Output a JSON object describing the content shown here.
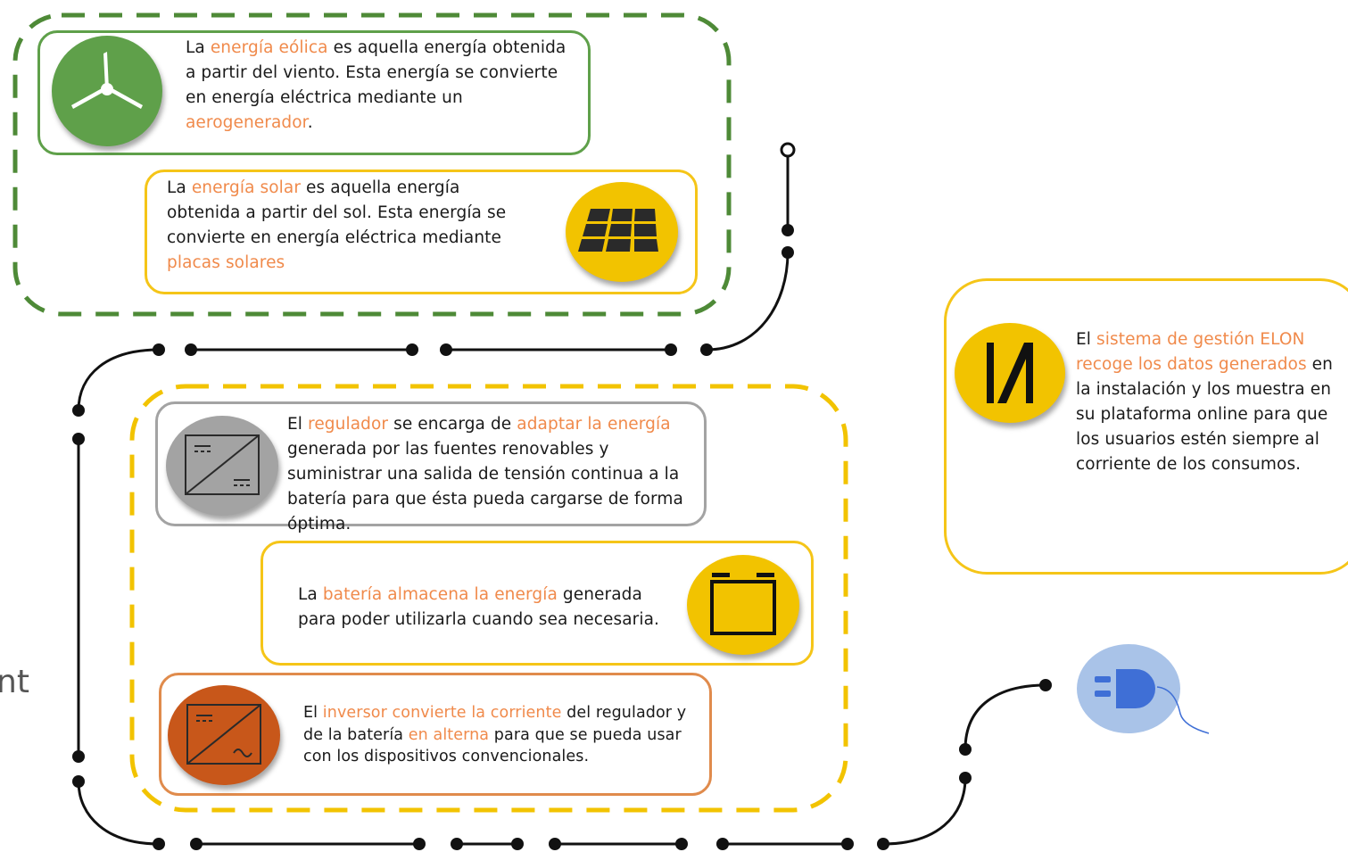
{
  "colors": {
    "green": "#5fa04a",
    "green_dash": "#4e8a37",
    "yellow": "#f2c300",
    "yellow_border": "#f5c518",
    "grey": "#a3a3a3",
    "orange": "#c8571a",
    "highlight": "#f08a4b",
    "blue_soft": "#a9c3e8",
    "blue": "#3f6fd6",
    "connector": "#111111"
  },
  "stray_text": "nt",
  "cards": {
    "eolica": {
      "icon": "wind-turbine-icon",
      "parts": [
        "La ",
        "energía eólica",
        " es aquella energía obtenida a partir del viento. Esta energía se convierte en energía eléctrica mediante un ",
        "aerogenerador",
        "."
      ]
    },
    "solar": {
      "icon": "solar-panel-icon",
      "parts": [
        "La ",
        "energía solar",
        " es aquella energía obtenida a partir del sol. Esta energía se convierte en energía eléctrica mediante ",
        "placas solares"
      ]
    },
    "regulador": {
      "icon": "dc-dc-converter-icon",
      "parts": [
        "El ",
        "regulador",
        " se encarga de ",
        "adaptar la energía",
        " generada por las fuentes renovables y suministrar una salida de tensión continua a la batería para que ésta pueda cargarse de forma óptima."
      ]
    },
    "bateria": {
      "icon": "battery-icon",
      "parts": [
        "La ",
        "batería almacena la energía",
        " generada para poder utilizarla cuando sea necesaria."
      ]
    },
    "inversor": {
      "icon": "inverter-icon",
      "parts": [
        "El ",
        "inversor convierte la corriente",
        " del regulador y de la batería ",
        "en alterna",
        " para que se pueda usar con los dispositivos convencionales."
      ]
    },
    "elon": {
      "icon": "elon-logo-icon",
      "parts": [
        "El ",
        "sistema de gestión ELON recoge los datos generados",
        " en la instalación y los muestra en su plataforma online para que los usuarios estén siempre al corriente de los consumos."
      ]
    }
  },
  "plug": {
    "icon": "plug-icon"
  }
}
